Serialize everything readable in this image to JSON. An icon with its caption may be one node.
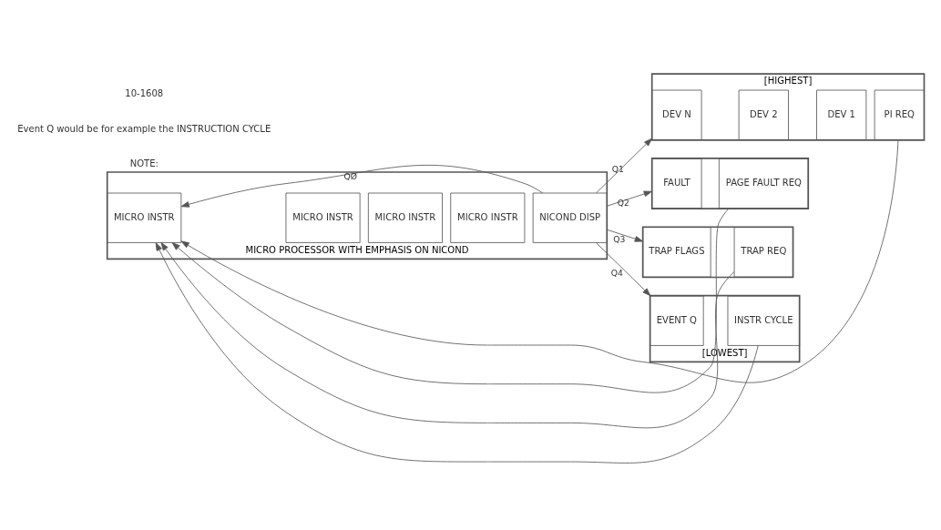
{
  "diagram": {
    "nodes": [
      {
        "text": [],
        "shape": "box",
        "beside": [
          "MICRO PROCESSOR WITH EMPHASIS ON NICOND"
        ]
      },
      {
        "text": [
          "MICRO INSTR"
        ],
        "in": 0
      },
      {
        "text": [
          "MICRO INSTR"
        ],
        "in": 0
      },
      {
        "text": [
          "MICRO INSTR"
        ],
        "in": 0
      },
      {
        "text": [
          "MICRO INSTR"
        ],
        "in": 0
      },
      {
        "text": [
          "NICOND DISP"
        ],
        "in": 0
      },
      {
        "text": [],
        "shape": "box",
        "beside": [
          "[HIGHEST]"
        ]
      },
      {
        "text": [
          "DEV N"
        ],
        "in": 6
      },
      {
        "text": [
          "DEV 2"
        ],
        "in": 6
      },
      {
        "text": [
          "DEV 1"
        ],
        "in": 6
      },
      {
        "text": [
          "PI REQ"
        ],
        "in": 6
      },
      {
        "text": [],
        "shape": "box"
      },
      {
        "text": [
          "FAULT"
        ],
        "in": 11
      },
      {
        "text": [
          "PAGE FAULT REQ"
        ],
        "in": 11
      },
      {
        "text": [],
        "shape": "box"
      },
      {
        "text": [
          "TRAP FLAGS"
        ],
        "in": 14
      },
      {
        "text": [
          "TRAP REQ"
        ],
        "in": 14
      },
      {
        "text": [],
        "shape": "box",
        "beside": [
          "[LOWEST]"
        ]
      },
      {
        "text": [
          "EVENT Q"
        ],
        "in": 17
      },
      {
        "text": [
          "INSTR CYCLE"
        ],
        "in": 17
      }
    ],
    "edges": [
      {
        "from": 5,
        "to": 1,
        "arrow": "to",
        "label": "QØ"
      },
      {
        "from": 5,
        "to": 7,
        "arrow": "to",
        "label": "Q1"
      },
      {
        "from": 5,
        "to": 12,
        "arrow": "to",
        "label": "Q2"
      },
      {
        "from": 5,
        "to": 15,
        "arrow": "to",
        "label": "Q3"
      },
      {
        "from": 5,
        "to": 18,
        "arrow": "to",
        "label": "Q4"
      },
      {
        "from": 10,
        "to": 1,
        "arrow": "to"
      },
      {
        "from": 13,
        "to": 1,
        "arrow": "to"
      },
      {
        "from": 16,
        "to": 1,
        "arrow": "to"
      },
      {
        "from": 19,
        "to": 1,
        "arrow": "to"
      }
    ],
    "labels": [
      "NOTE:",
      "Event Q would be for example the INSTRUCTION CYCLE",
      "10-1608"
    ]
  }
}
